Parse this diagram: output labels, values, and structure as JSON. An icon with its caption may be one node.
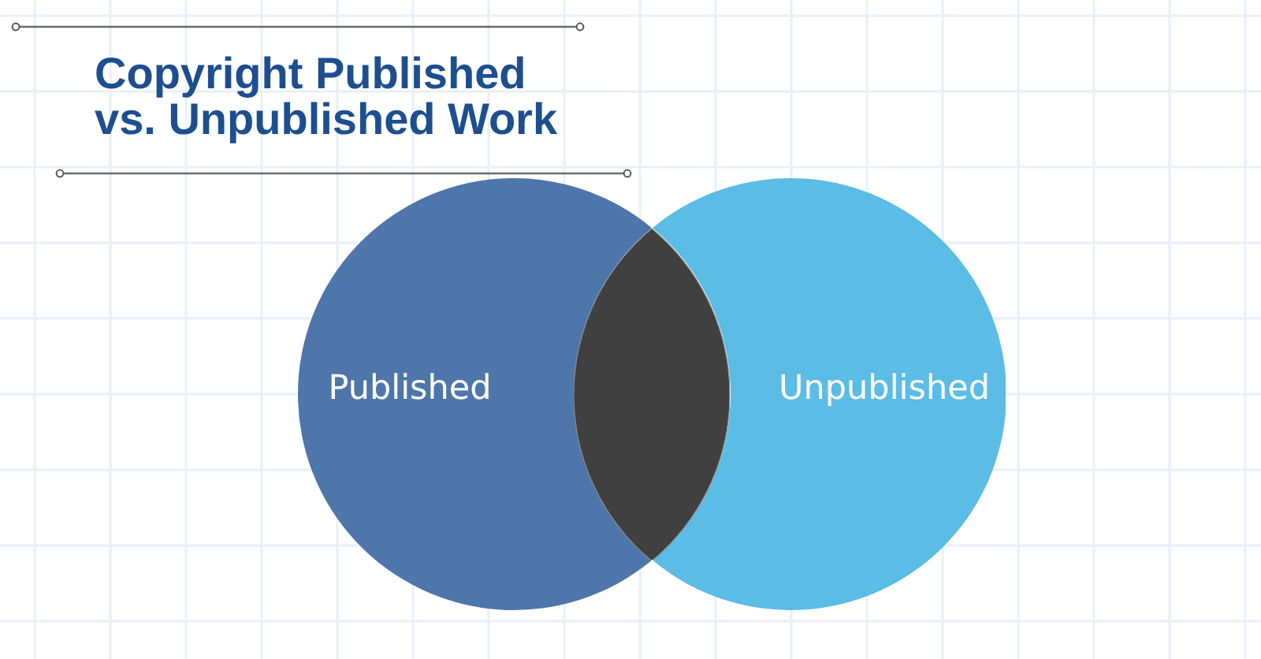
{
  "diagram": {
    "title": "Copyright Published vs. Unpublished Work",
    "nodes": [
      {
        "text": [
          "Published"
        ]
      },
      {
        "text": [
          "Unpublished"
        ]
      },
      {
        "text": [],
        "shape": "lens"
      }
    ]
  }
}
